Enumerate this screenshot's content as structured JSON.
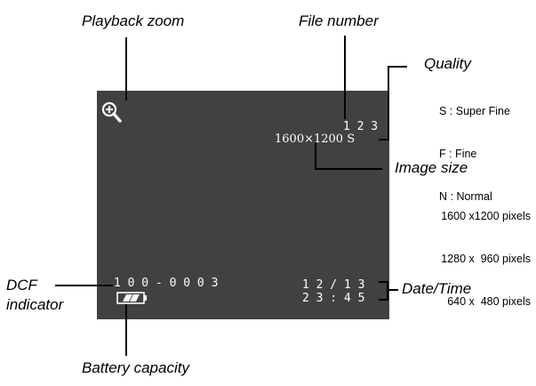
{
  "callouts": {
    "playback_zoom": "Playback zoom",
    "file_number": "File number",
    "quality": "Quality",
    "image_size": "Image size",
    "dcf_line1": "DCF",
    "dcf_line2": "indicator",
    "date_time": "Date/Time",
    "battery": "Battery capacity"
  },
  "quality_options": [
    "S : Super Fine",
    "F : Fine",
    "N : Normal"
  ],
  "image_size_options": [
    "1600 x1200 pixels",
    "1280 x  960 pixels",
    "640 x  480 pixels"
  ],
  "screen": {
    "file_number": "1 2 3",
    "size_quality": "1600×1200 S",
    "dcf": "1 0 0 - 0 0 0 3",
    "date": "1 2 / 1 3",
    "time": "2 3 : 4 5",
    "background": "#414141",
    "text_color": "#ffffff"
  },
  "icons": {
    "zoom": "zoom-in-magnifier-icon",
    "battery": "battery-icon"
  }
}
